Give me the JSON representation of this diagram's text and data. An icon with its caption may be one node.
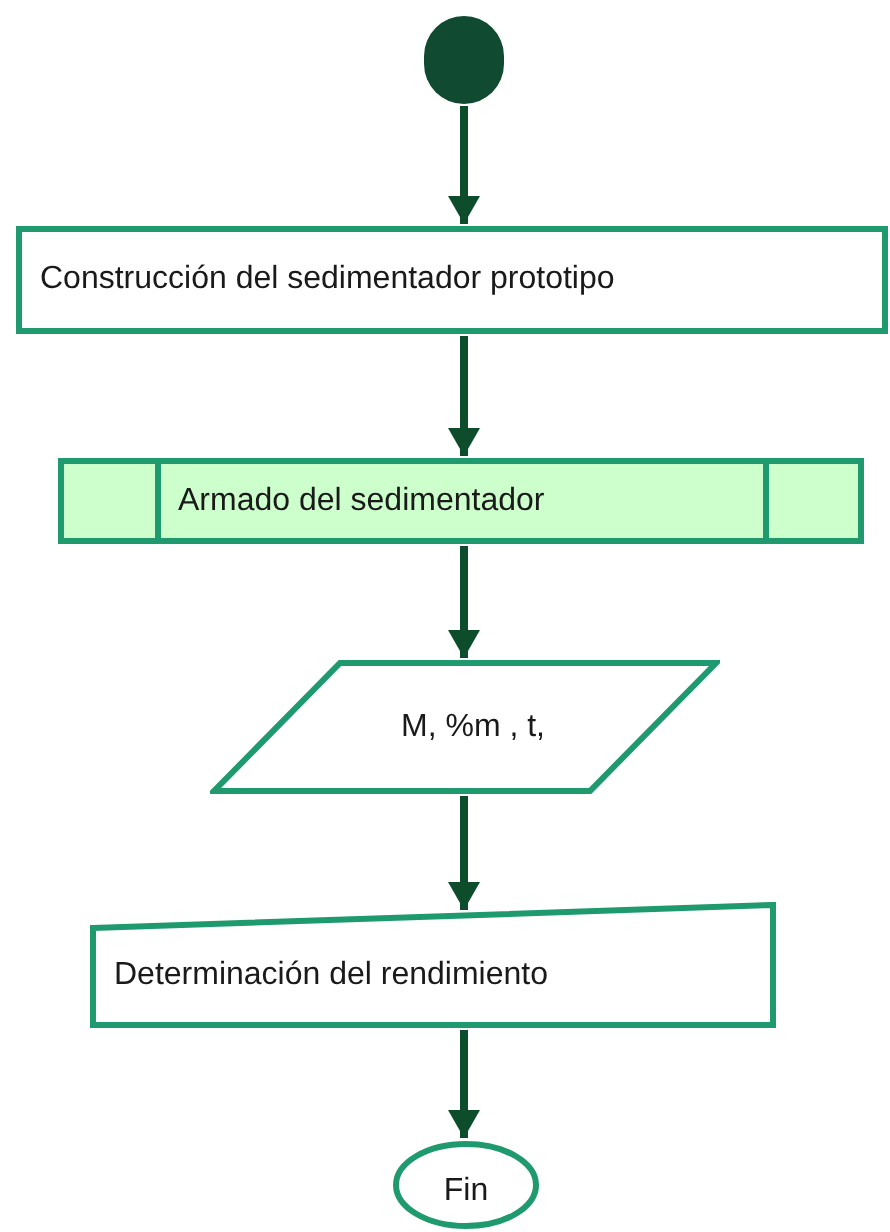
{
  "diagram": {
    "nodes": [
      {
        "text": [],
        "shape": "circle"
      },
      {
        "text": [
          "Construcción del sedimentador prototipo"
        ]
      },
      {
        "text": [
          "Armado del sedimentador"
        ]
      },
      {
        "text": [
          "M, %m , t,"
        ]
      },
      {
        "text": [
          "Determinación del rendimiento"
        ]
      },
      {
        "text": [
          "Fin"
        ]
      }
    ],
    "edges": [
      {
        "from": 0,
        "to": 1,
        "arrow": "to"
      },
      {
        "from": 1,
        "to": 2,
        "arrow": "to"
      },
      {
        "from": 2,
        "to": 3,
        "arrow": "to"
      },
      {
        "from": 3,
        "to": 4,
        "arrow": "to"
      },
      {
        "from": 4,
        "to": 5,
        "arrow": "to"
      }
    ]
  }
}
